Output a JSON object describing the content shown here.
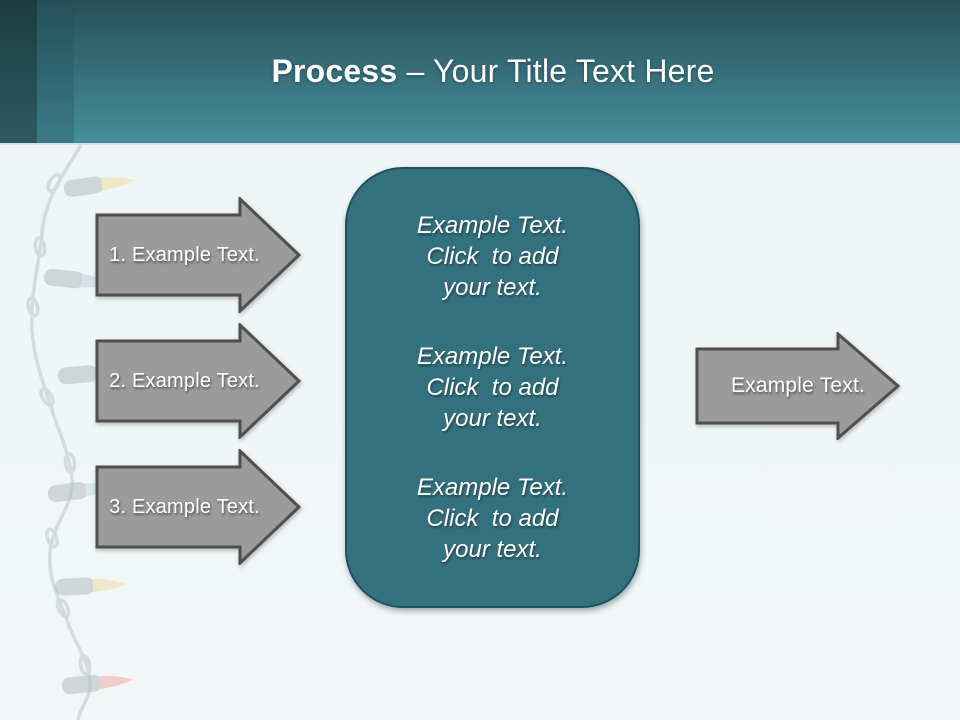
{
  "title": {
    "emphasis": "Process",
    "rest": " – Your Title Text Here"
  },
  "steps": [
    {
      "label": "1. Example Text."
    },
    {
      "label": "2. Example Text."
    },
    {
      "label": "3. Example Text."
    }
  ],
  "center_box": {
    "blocks": [
      "Example Text.\nClick  to add\nyour text.",
      "Example Text.\nClick  to add\nyour text.",
      "Example Text.\nClick  to add\nyour text."
    ]
  },
  "result_arrow": {
    "label": "Example Text."
  },
  "decoration": {
    "name": "string-lights",
    "bulb_colors": [
      "#ecdf9f",
      "#bdd2da",
      "#eeada5"
    ]
  },
  "colors": {
    "header_gradient_top": "#275059",
    "header_gradient_bottom": "#468e9b",
    "accent_band_dark": "#1e3d44",
    "accent_band_medium": "#27525c",
    "background": "#f0f5f6",
    "shape_gray": "#9b9b9b",
    "shape_gray_border": "#4f4f4f",
    "teal_box_fill": "#34717f",
    "teal_box_border": "#1f515e",
    "text_white": "#ffffff"
  }
}
